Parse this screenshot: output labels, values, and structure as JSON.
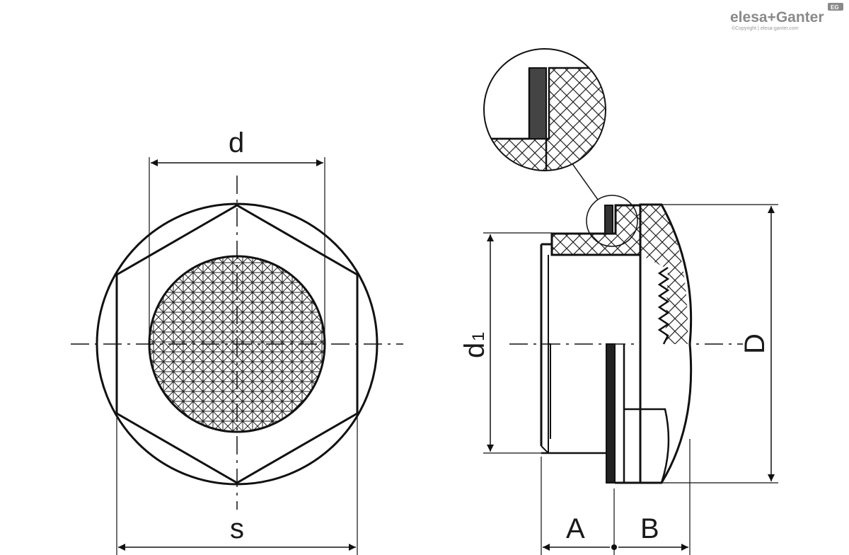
{
  "brand": {
    "name": "elesa+Ganter",
    "copyright": "©Copyright | elesa-ganter.com",
    "badge": "EG"
  },
  "labels": {
    "d": "d",
    "s": "s",
    "d1_base": "d",
    "d1_sub": "1",
    "D": "D",
    "A": "A",
    "B": "B"
  }
}
